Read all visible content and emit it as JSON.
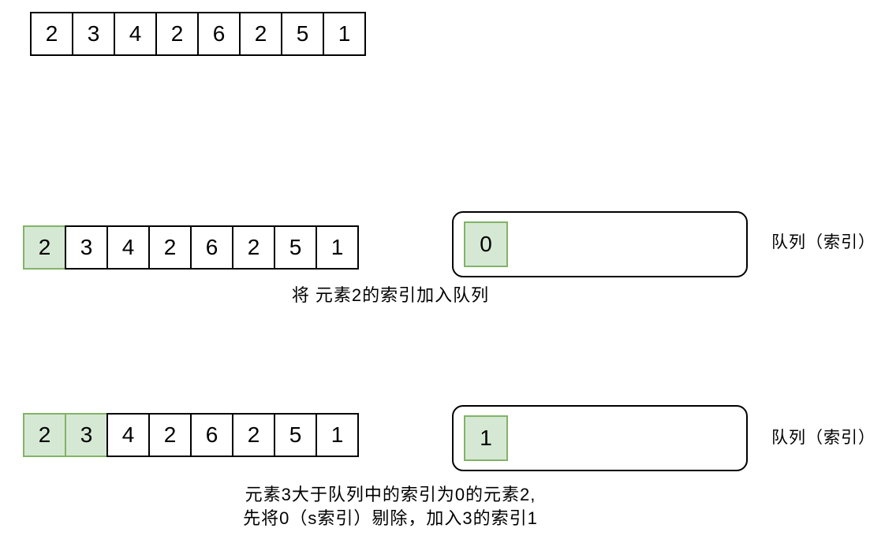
{
  "colors": {
    "background": "#ffffff",
    "cell_border": "#000000",
    "highlight_fill": "#d5e8d4",
    "highlight_border": "#82b366",
    "text": "#000000"
  },
  "top_array": {
    "values": [
      "2",
      "3",
      "4",
      "2",
      "6",
      "2",
      "5",
      "1"
    ],
    "highlighted_indices": []
  },
  "step1": {
    "array": {
      "values": [
        "2",
        "3",
        "4",
        "2",
        "6",
        "2",
        "5",
        "1"
      ],
      "highlighted_indices": [
        0
      ]
    },
    "queue": {
      "items": [
        "0"
      ],
      "label": "队列（索引）"
    },
    "caption": "将 元素2的索引加入队列"
  },
  "step2": {
    "array": {
      "values": [
        "2",
        "3",
        "4",
        "2",
        "6",
        "2",
        "5",
        "1"
      ],
      "highlighted_indices": [
        0,
        1
      ]
    },
    "queue": {
      "items": [
        "1"
      ],
      "label": "队列（索引）"
    },
    "caption_line1": "元素3大于队列中的索引为0的元素2,",
    "caption_line2": "先将0（s索引）剔除，加入3的索引1"
  }
}
